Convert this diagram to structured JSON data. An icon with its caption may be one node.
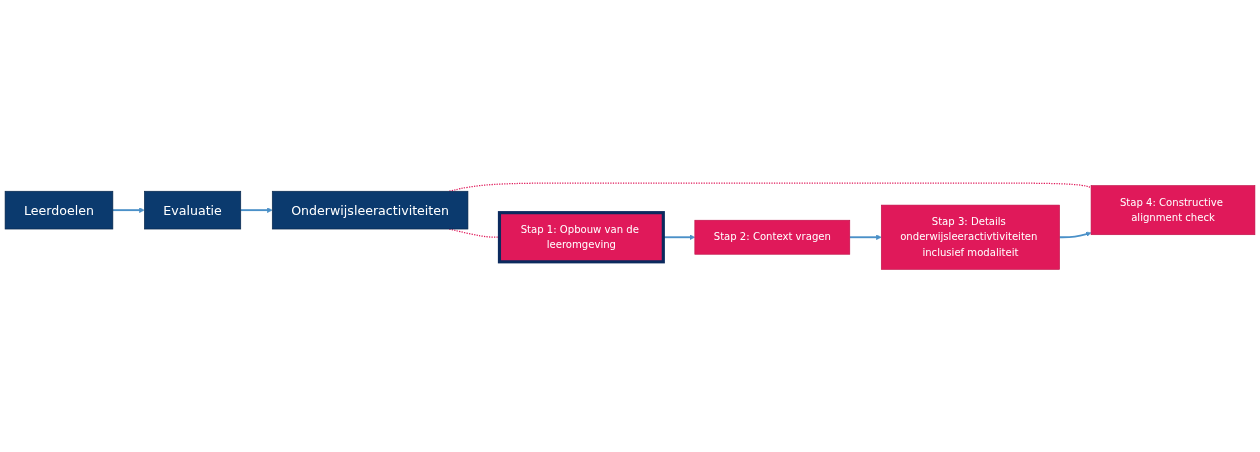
{
  "diagram": {
    "nodes": [
      {
        "text": [
          "Leerdoelen"
        ]
      },
      {
        "text": [
          "Evaluatie"
        ]
      },
      {
        "text": [
          "Onderwijsleeractiviteiten"
        ]
      },
      {
        "text": [
          "Stap 1: Opbouw van de leeromgeving"
        ]
      },
      {
        "text": [
          "Stap 2: Context vragen"
        ]
      },
      {
        "text": [
          "Stap 3: Details onderwijsleeractivtiviteiten inclusief modaliteit"
        ]
      },
      {
        "text": [
          "Stap 4: Constructive alignment check"
        ]
      }
    ],
    "edges": [
      {
        "from": 0,
        "to": 1,
        "arrow": "to"
      },
      {
        "from": 1,
        "to": 2,
        "arrow": "to"
      },
      {
        "from": 2,
        "to": 3,
        "arrow": "none",
        "style": "dashed",
        "color": "#e0195a"
      },
      {
        "from": 2,
        "to": 6,
        "arrow": "none",
        "style": "dashed",
        "color": "#e0195a"
      },
      {
        "from": 3,
        "to": 4,
        "arrow": "to"
      },
      {
        "from": 4,
        "to": 5,
        "arrow": "to"
      },
      {
        "from": 5,
        "to": 6,
        "arrow": "to"
      }
    ]
  }
}
